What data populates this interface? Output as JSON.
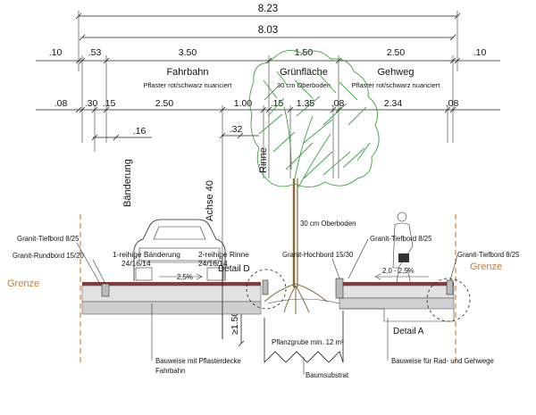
{
  "dimensions": {
    "total_outer": "8.23",
    "total_inner": "8.03",
    "row2": [
      ".10",
      ".53",
      "3.50",
      "1.50",
      "2.50",
      ".10"
    ],
    "row3": [
      ".08",
      ".30",
      ".15",
      "2.50",
      "1.00",
      ".15",
      "1.35",
      ".08",
      "2.34",
      ".08"
    ],
    "small_16": ".16",
    "small_32": ".32",
    "depth": "≥1.50"
  },
  "zones": {
    "fahrbahn": {
      "name": "Fahrbahn",
      "sub": "Pflaster rot/schwarz nuanciert"
    },
    "gruenflaeche": {
      "name": "Grünfläche",
      "sub": "30 cm Oberboden"
    },
    "gehweg": {
      "name": "Gehweg",
      "sub": "Pflaster rot/schwarz nuanciert"
    }
  },
  "vertical_labels": {
    "baenderung": "Bänderung",
    "achse": "Achse 40",
    "rinne": "Rinne"
  },
  "labels": {
    "granit_tiefbord_left": "Granit-Tiefbord 8/25",
    "granit_rundbord": "Granit-Rundbord 15/20",
    "baenderung_1": "1-reihige Bänderung",
    "baenderung_1_dim": "24/16/14",
    "rinne_2": "2-reihige Rinne",
    "rinne_2_dim": "24/16/14",
    "slope_left": "2,5%",
    "oberboden": "30 cm Oberboden",
    "granit_tiefbord_mid": "Granit-Tiefbord 8/25",
    "granit_hochbord": "Granit-Hochbord 15/30",
    "granit_tiefbord_right": "Granit-Tiefbord 8/25",
    "slope_right": "2,0 - 2,5%",
    "grenze_left": "Grenze",
    "grenze_right": "Grenze",
    "detail_d": "Detail D",
    "detail_a": "Detail A",
    "pflanzgrube": "Pflanzgrube min. 12 m³",
    "bauweise_left_1": "Bauweise mit Pflasterdecke",
    "bauweise_left_2": "Fahrbahn",
    "baumsubstrat": "Baumsubstrat",
    "bauweise_right": "Bauweise für Rad- und Gehwege"
  },
  "colors": {
    "grenze": "#d07a22",
    "tree": "#3aa23a",
    "pavement_top": "#8a3a3a",
    "base_layer": "#cfcfcf"
  }
}
